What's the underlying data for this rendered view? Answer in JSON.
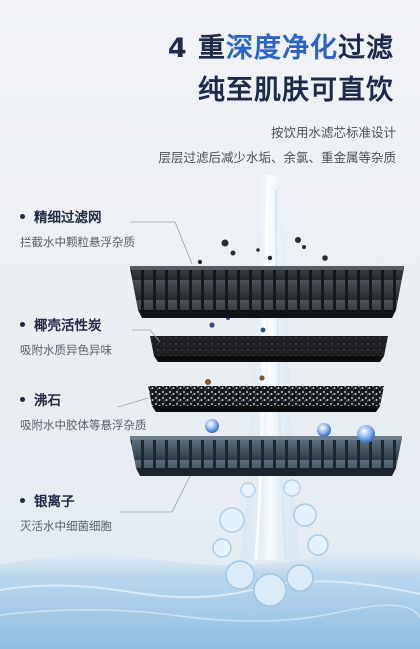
{
  "header": {
    "title_line1_prefix": "4 重",
    "title_line1_accent": "深度净化",
    "title_line1_suffix": "过滤",
    "title_line2": "纯至肌肤可直饮",
    "subtitle_line1": "按饮用水滤芯标准设计",
    "subtitle_line2": "层层过滤后减少水垢、余氯、重金属等杂质"
  },
  "layers": [
    {
      "name": "精细过滤网",
      "desc": "拦截水中颗粒悬浮杂质"
    },
    {
      "name": "椰壳活性炭",
      "desc": "吸附水质异色异味"
    },
    {
      "name": "沸石",
      "desc": "吸附水中胶体等悬浮杂质"
    },
    {
      "name": "银离子",
      "desc": "灭活水中细菌细胞"
    }
  ],
  "colors": {
    "title": "#1d2a4c",
    "accent": "#2b63c7",
    "text": "#4a4f58",
    "filter_mesh": "#2c3236",
    "silver_mesh": "#3a4a56"
  },
  "icons": [
    "water-splash",
    "filter-mesh",
    "carbon-block",
    "zeolite-bed",
    "silver-ion-mesh"
  ]
}
